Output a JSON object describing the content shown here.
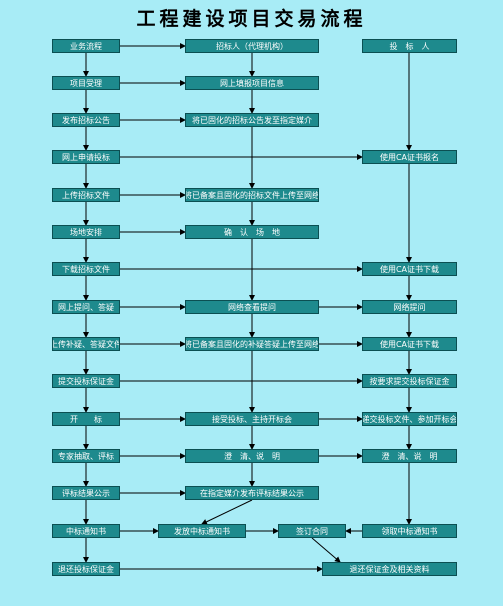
{
  "title": "工程建设项目交易流程",
  "colors": {
    "background": "#a8ecf6",
    "box_fill": "#1e8a8d",
    "box_text": "#ffffff",
    "line": "#000000"
  },
  "nodes": {
    "l1": "业务流程",
    "c1": "招标人（代理机构）",
    "r1": "投　标　人",
    "l2": "项目受理",
    "c2": "网上填报项目信息",
    "l3": "发布招标公告",
    "c3": "将已固化的招标公告发至指定媒介",
    "l4": "网上申请投标",
    "r4": "使用CA证书报名",
    "l5": "上传招标文件",
    "c5": "将已备案且固化的招标文件上传至网络",
    "l6": "场地安排",
    "c6": "确　认　场　地",
    "l7": "下载招标文件",
    "r7": "使用CA证书下载",
    "l8": "网上提问、答疑",
    "c8": "网络查看提问",
    "r8": "网络提问",
    "l9": "上传补疑、答疑文件",
    "c9": "将已备案且固化的补疑答疑上传至网络",
    "r9": "使用CA证书下载",
    "l10": "提交投标保证金",
    "r10": "按要求提交投标保证金",
    "l11": "开　　标",
    "c11": "接受投标、主持开标会",
    "r11": "递交投标文件、参加开标会",
    "l12": "专家抽取、评标",
    "c12": "澄　清、说　明",
    "r12": "澄　清、说　明",
    "l13": "评标结果公示",
    "c13": "在指定媒介发布评标结果公示",
    "l14": "中标通知书",
    "c14a": "发放中标通知书",
    "c14b": "签订合同",
    "r14": "领取中标通知书",
    "l15": "退还投标保证金",
    "c15": "退还保证金及相关资料"
  }
}
